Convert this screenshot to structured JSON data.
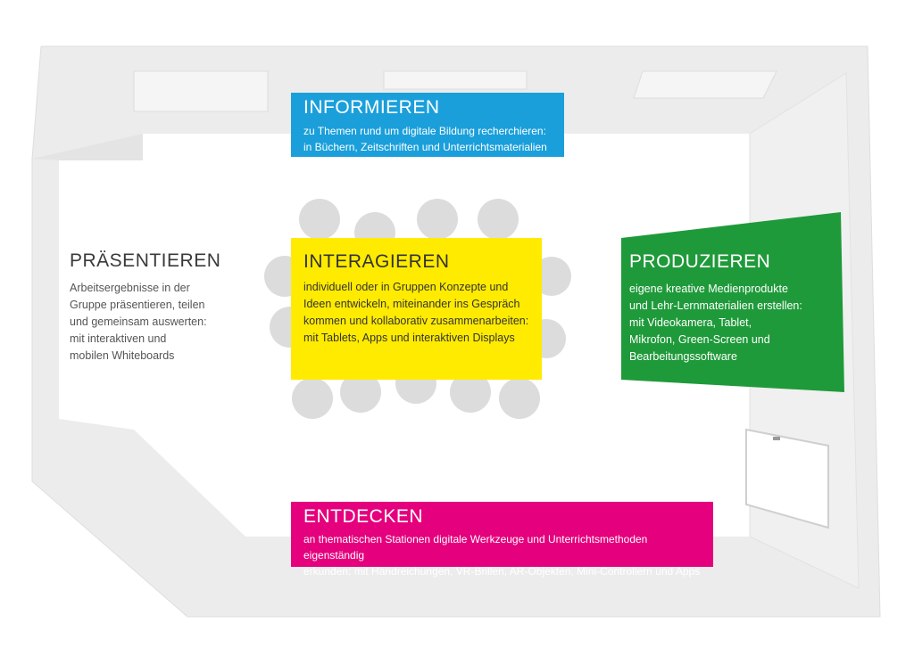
{
  "colors": {
    "informieren": "#1a9fdb",
    "interagieren": "#ffeb00",
    "produzieren": "#1f9a3a",
    "entdecken": "#e5007d",
    "wall": "#e9e9e9",
    "furniture": "#dcdcdc"
  },
  "stations": {
    "informieren": {
      "title": "INFORMIEREN",
      "line1": "zu Themen rund um digitale Bildung recherchieren:",
      "line2": "in Büchern, Zeitschriften und Unterrichtsmaterialien"
    },
    "interagieren": {
      "title": "INTERAGIEREN",
      "line1": "individuell oder in Gruppen Konzepte und",
      "line2": "Ideen entwickeln, miteinander ins Gespräch",
      "line3": "kommen und kollaborativ zusammenarbeiten:",
      "line4": "mit Tablets, Apps und interaktiven Displays"
    },
    "praesentieren": {
      "title": "PRÄSENTIEREN",
      "line1": "Arbeitsergebnisse in der",
      "line2": "Gruppe präsentieren, teilen",
      "line3": "und gemeinsam auswerten:",
      "line4": "mit interaktiven und",
      "line5": "mobilen Whiteboards"
    },
    "produzieren": {
      "title": "PRODUZIEREN",
      "line1": "eigene kreative Medienprodukte",
      "line2": "und Lehr-Lernmaterialien erstellen:",
      "line3": "mit Videokamera, Tablet,",
      "line4": "Mikrofon, Green-Screen und",
      "line5": "Bearbeitungssoftware"
    },
    "entdecken": {
      "title": "ENTDECKEN",
      "line1": "an thematischen Stationen digitale Werkzeuge und Unterrichtsmethoden eigenständig",
      "line2": "erkunden: mit Handreichungen, VR-Brillen, AR-Objekten, Mini-Controllern und Apps"
    }
  }
}
